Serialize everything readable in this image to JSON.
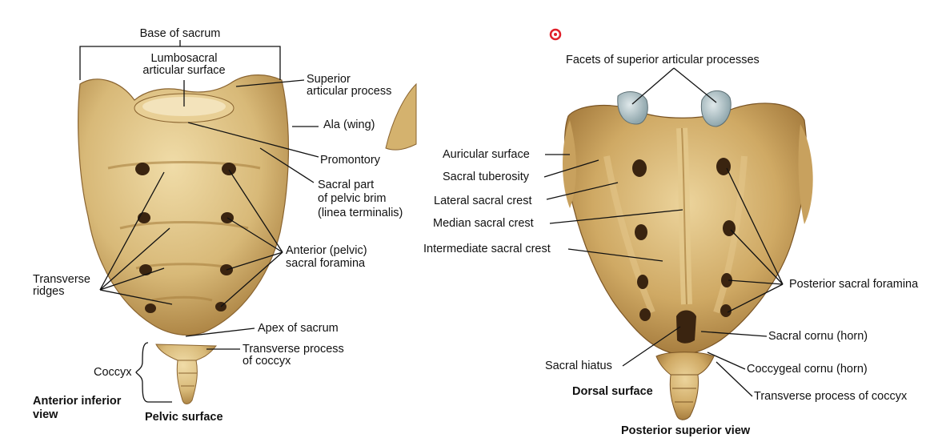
{
  "left_panel": {
    "base_of_sacrum": "Base of sacrum",
    "lumbosacral_line1": "Lumbosacral",
    "lumbosacral_line2": "articular surface",
    "superior_line1": "Superior",
    "superior_line2": "articular process",
    "ala": "Ala (wing)",
    "promontory": "Promontory",
    "sacral_part_line1": "Sacral part",
    "sacral_part_line2": "of pelvic brim",
    "sacral_part_line3": "(linea terminalis)",
    "anterior_foramina_line1": "Anterior (pelvic)",
    "anterior_foramina_line2": "sacral foramina",
    "transverse_ridges_line1": "Transverse",
    "transverse_ridges_line2": "ridges",
    "apex": "Apex of sacrum",
    "tp_coccyx_line1": "Transverse process",
    "tp_coccyx_line2": "of coccyx",
    "coccyx": "Coccyx",
    "view_line1": "Anterior inferior",
    "view_line2": "view",
    "surface": "Pelvic surface"
  },
  "right_panel": {
    "facets": "Facets of superior articular processes",
    "auricular": "Auricular surface",
    "tuberosity": "Sacral tuberosity",
    "lateral_crest": "Lateral sacral crest",
    "median_crest": "Median sacral crest",
    "intermediate_crest": "Intermediate sacral crest",
    "posterior_foramina": "Posterior sacral foramina",
    "sacral_cornu": "Sacral cornu (horn)",
    "sacral_hiatus": "Sacral hiatus",
    "coccygeal_cornu": "Coccygeal cornu (horn)",
    "tp_coccyx": "Transverse process of coccyx",
    "surface": "Dorsal surface",
    "view": "Posterior superior view"
  },
  "colors": {
    "bone": "#d8b978",
    "bone_light": "#ecd6a2",
    "bone_dark": "#a67c3c",
    "foramen": "#3a2410",
    "cartilage": "#b9cbd0",
    "cursor_ring": "#e0202a"
  }
}
